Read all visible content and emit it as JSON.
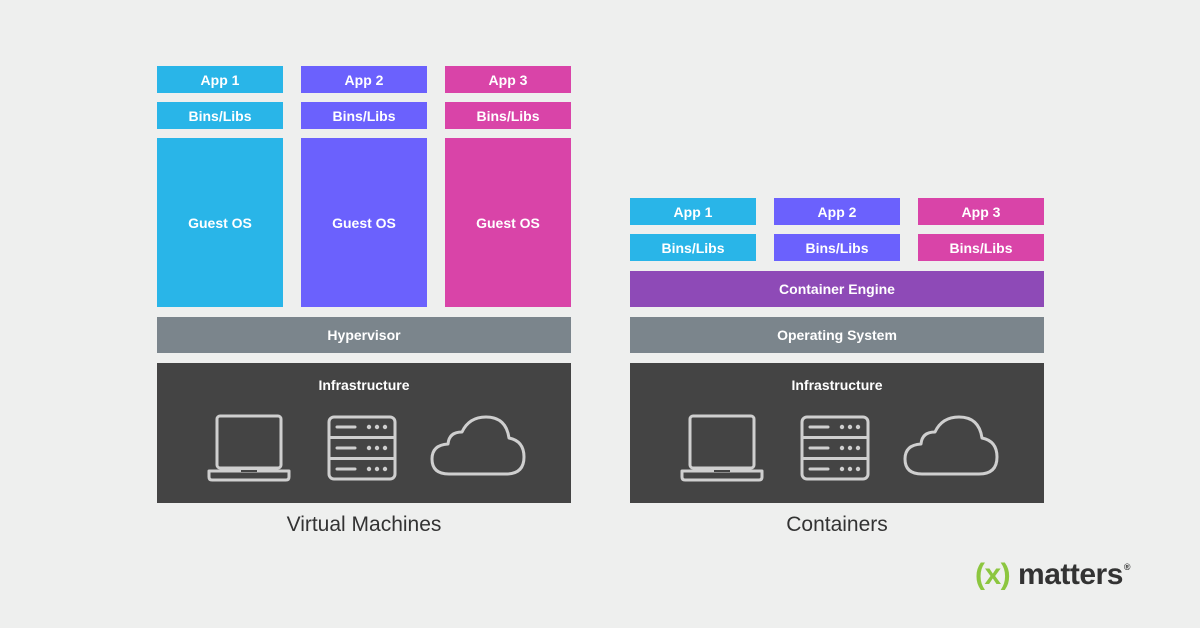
{
  "vm": {
    "title": "Virtual Machines",
    "apps": [
      "App 1",
      "App 2",
      "App 3"
    ],
    "bins": [
      "Bins/Libs",
      "Bins/Libs",
      "Bins/Libs"
    ],
    "guest_os": [
      "Guest OS",
      "Guest OS",
      "Guest OS"
    ],
    "hypervisor": "Hypervisor",
    "infrastructure": "Infrastructure"
  },
  "containers": {
    "title": "Containers",
    "apps": [
      "App 1",
      "App 2",
      "App 3"
    ],
    "bins": [
      "Bins/Libs",
      "Bins/Libs",
      "Bins/Libs"
    ],
    "container_engine": "Container Engine",
    "operating_system": "Operating System",
    "infrastructure": "Infrastructure"
  },
  "icons": [
    "laptop-icon",
    "server-icon",
    "cloud-icon"
  ],
  "colors": {
    "app1": "#29b5e8",
    "app2": "#6b61fd",
    "app3": "#d944a8",
    "container_engine": "#8e4ab7",
    "os_layer": "#7b858c",
    "infrastructure": "#444444",
    "brand_green": "#8cc63f"
  },
  "logo": {
    "mark": "(x)",
    "word": "matters",
    "registered": "®"
  }
}
